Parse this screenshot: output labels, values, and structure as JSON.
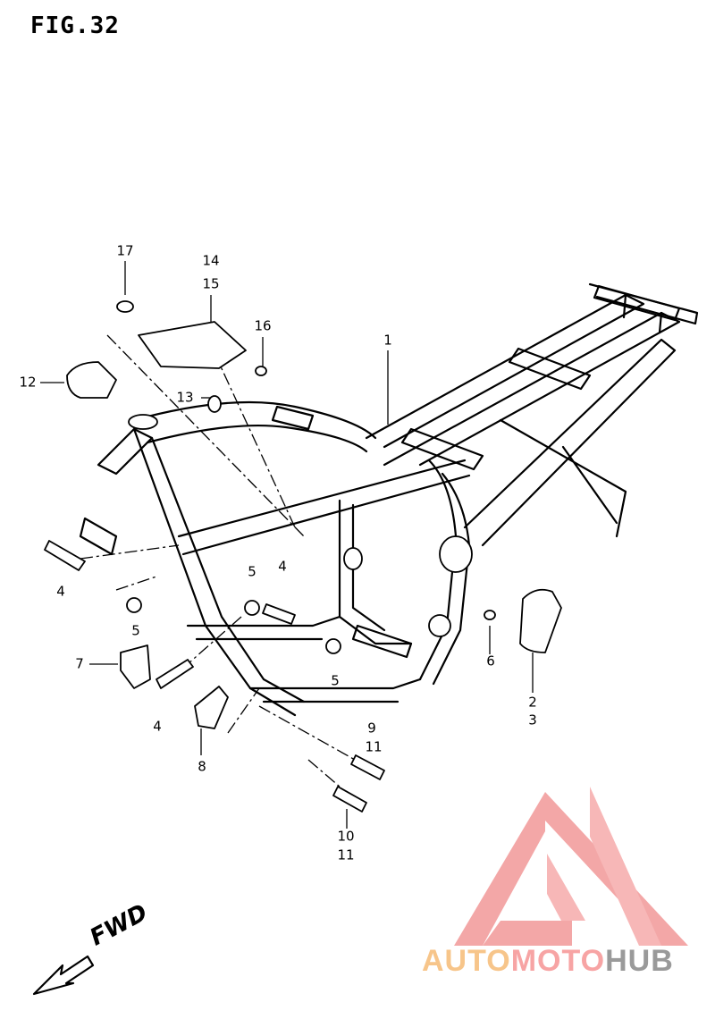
{
  "figure": {
    "title": "FIG.32"
  },
  "callouts": [
    {
      "id": "c1",
      "text": "1"
    },
    {
      "id": "c2",
      "text": "2"
    },
    {
      "id": "c3",
      "text": "3"
    },
    {
      "id": "c4a",
      "text": "4"
    },
    {
      "id": "c4b",
      "text": "4"
    },
    {
      "id": "c4c",
      "text": "4"
    },
    {
      "id": "c5a",
      "text": "5"
    },
    {
      "id": "c5b",
      "text": "5"
    },
    {
      "id": "c5c",
      "text": "5"
    },
    {
      "id": "c6",
      "text": "6"
    },
    {
      "id": "c7",
      "text": "7"
    },
    {
      "id": "c8",
      "text": "8"
    },
    {
      "id": "c9",
      "text": "9"
    },
    {
      "id": "c10",
      "text": "10"
    },
    {
      "id": "c11a",
      "text": "11"
    },
    {
      "id": "c11b",
      "text": "11"
    },
    {
      "id": "c12",
      "text": "12"
    },
    {
      "id": "c13",
      "text": "13"
    },
    {
      "id": "c14",
      "text": "14"
    },
    {
      "id": "c15",
      "text": "15"
    },
    {
      "id": "c16",
      "text": "16"
    },
    {
      "id": "c17",
      "text": "17"
    }
  ],
  "direction": {
    "label": "FWD"
  },
  "watermark": {
    "part1": "AUTO",
    "part2": "MOTO",
    "part3": "HUB",
    "colors": {
      "auto": "#f7c58a",
      "moto": "#f7a4a4",
      "hub": "#9a9a9a",
      "logo": "#f08a8a"
    }
  }
}
